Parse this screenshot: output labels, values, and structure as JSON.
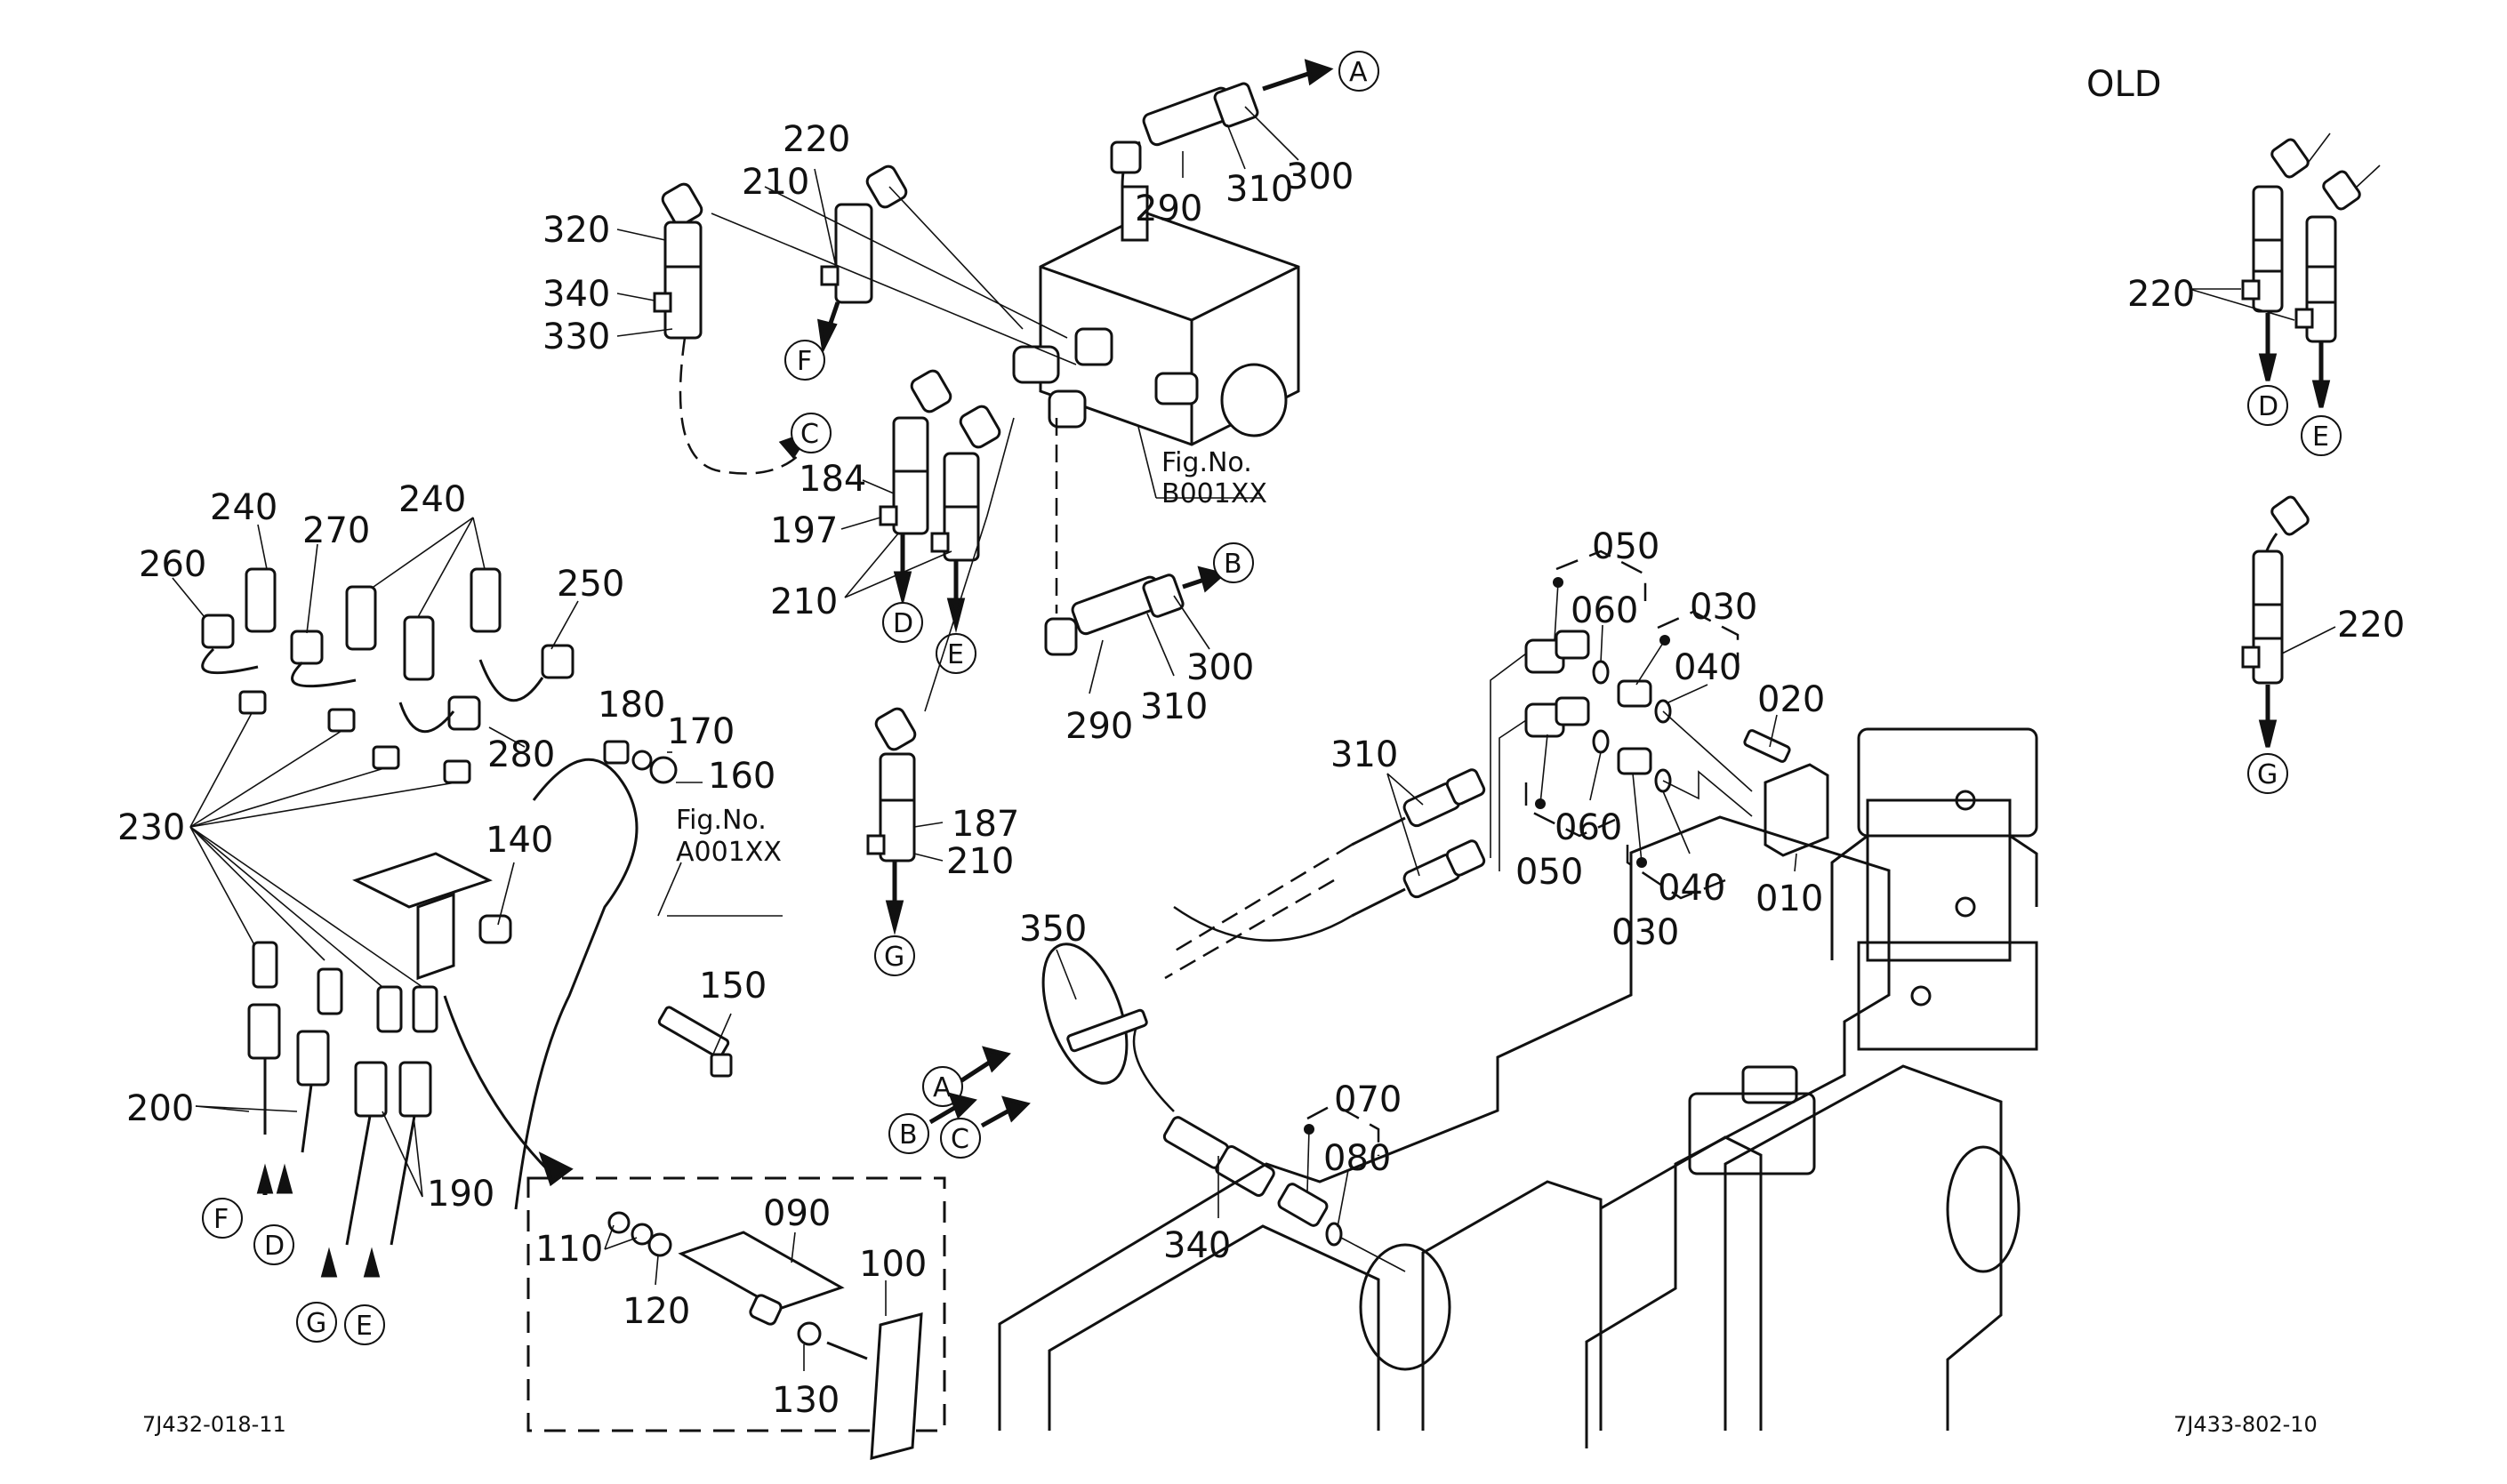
{
  "title": "OLD",
  "diagram_codes": {
    "left": "7J432-018-11",
    "right": "7J433-802-10"
  },
  "figure_refs": {
    "valve": {
      "line1": "Fig.No.",
      "line2": "B001XX"
    },
    "frame": {
      "line1": "Fig.No.",
      "line2": "A001XX"
    }
  },
  "connectors": [
    "A",
    "B",
    "C",
    "D",
    "E",
    "F",
    "G"
  ],
  "callouts": {
    "p320": "320",
    "p340a": "340",
    "p330": "330",
    "p220a": "220",
    "p210a": "210",
    "p290a": "290",
    "p310a": "310",
    "p300a": "300",
    "p184": "184",
    "p197": "197",
    "p210b": "210",
    "p290b": "290",
    "p310b": "310",
    "p300b": "300",
    "p187": "187",
    "p210c": "210",
    "p240a": "240",
    "p240b": "240",
    "p260": "260",
    "p270": "270",
    "p250": "250",
    "p280": "280",
    "p230": "230",
    "p180": "180",
    "p170": "170",
    "p160": "160",
    "p140": "140",
    "p150": "150",
    "p200": "200",
    "p190": "190",
    "p050a": "050",
    "p060a": "060",
    "p030a": "030",
    "p040a": "040",
    "p020": "020",
    "p060b": "060",
    "p050b": "050",
    "p040b": "040",
    "p030b": "030",
    "p010": "010",
    "p310c": "310",
    "p350": "350",
    "p070": "070",
    "p080": "080",
    "p340b": "340",
    "p090": "090",
    "p110": "110",
    "p120": "120",
    "p100": "100",
    "p130": "130",
    "p220b": "220",
    "p220c": "220"
  }
}
